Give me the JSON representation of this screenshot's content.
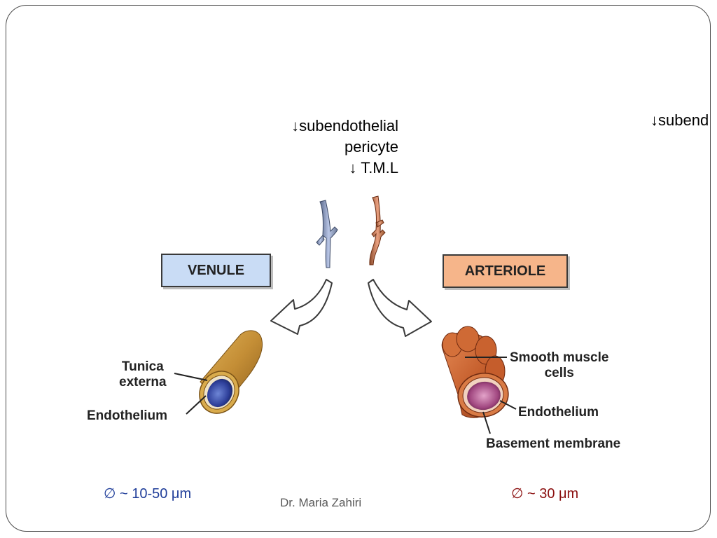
{
  "notes": {
    "venule": [
      "↓subendothelial",
      "pericyte",
      "↓ T.M.L"
    ],
    "arteriole": [
      "↓subend"
    ]
  },
  "boxes": {
    "venule": "VENULE",
    "arteriole": "ARTERIOLE"
  },
  "venule_labels": {
    "tunica_externa": [
      "Tunica",
      "externa"
    ],
    "endothelium": "Endothelium"
  },
  "arteriole_labels": {
    "smooth_muscle": [
      "Smooth muscle",
      "cells"
    ],
    "endothelium": "Endothelium",
    "basement_membrane": "Basement membrane"
  },
  "diameters": {
    "venule": "∅ ~ 10-50 μm",
    "arteriole": "∅ ~ 30 μm"
  },
  "author": "Dr. Maria Zahiri",
  "colors": {
    "venule_box": "#c9dcf5",
    "arteriole_box": "#f6b58a",
    "venule_diameter_text": "#1f3d99",
    "arteriole_diameter_text": "#8b1010"
  }
}
